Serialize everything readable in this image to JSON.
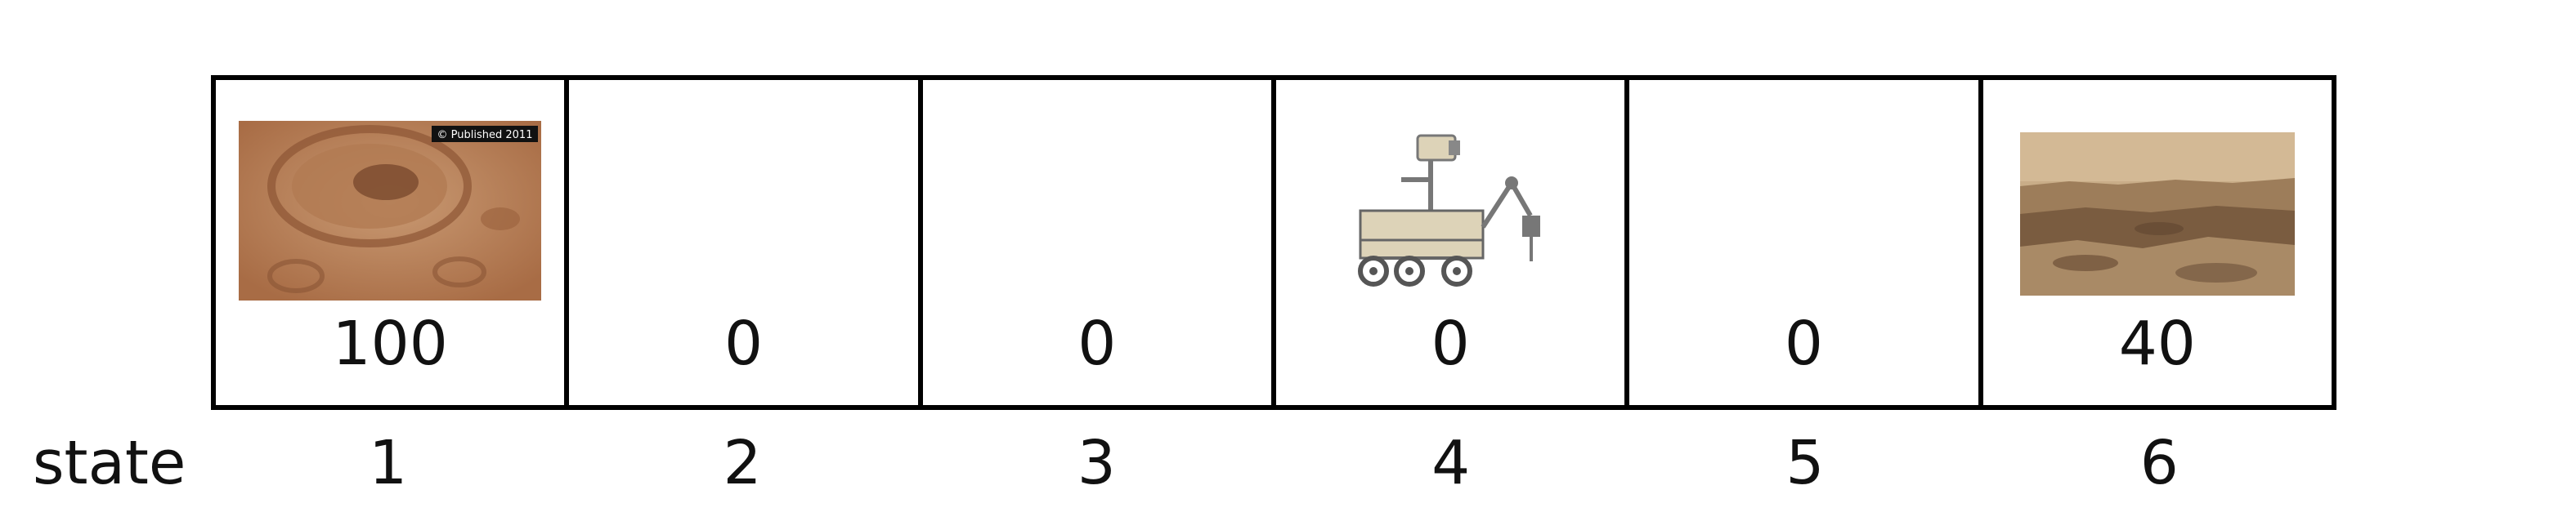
{
  "row_label": "state",
  "cells": [
    {
      "state": "1",
      "value": "100",
      "image": "mars-crater-photo",
      "caption": "© Published 2011"
    },
    {
      "state": "2",
      "value": "0",
      "image": null
    },
    {
      "state": "3",
      "value": "0",
      "image": null
    },
    {
      "state": "4",
      "value": "0",
      "image": "rover-icon"
    },
    {
      "state": "5",
      "value": "0",
      "image": null
    },
    {
      "state": "6",
      "value": "40",
      "image": "mars-terrain-photo"
    }
  ]
}
